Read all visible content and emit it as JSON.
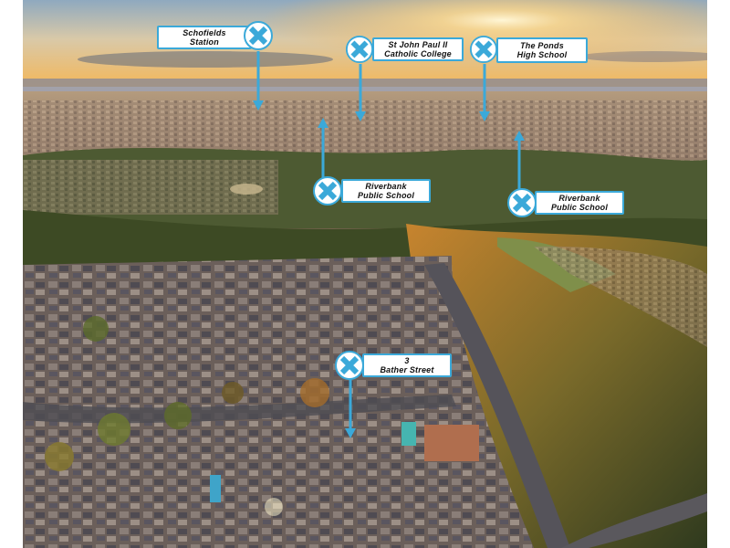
{
  "image": {
    "subject": "aerial-suburb-sunset",
    "colors": {
      "sky_top": "#9fb6c8",
      "sky_glow": "#f6c46a",
      "sun": "#fff3c9",
      "distant_haze": "#c9b59a",
      "suburb": "#8a6f5a",
      "forest": "#4a5a2a",
      "forest_lit": "#b07a2e",
      "roofs": "#5d5a60",
      "road": "#5c5a5e",
      "marker_blue": "#3ba9d9"
    }
  },
  "markers": [
    {
      "id": "schofields-station",
      "line1": "Schofields",
      "line2": "Station",
      "icon": "x-pin-icon"
    },
    {
      "id": "st-john-paul",
      "line1": "St John Paul II",
      "line2": "Catholic College",
      "icon": "x-pin-icon"
    },
    {
      "id": "the-ponds",
      "line1": "The Ponds",
      "line2": "High School",
      "icon": "x-pin-icon"
    },
    {
      "id": "riverbank-1",
      "line1": "Riverbank",
      "line2": "Public School",
      "icon": "x-pin-icon"
    },
    {
      "id": "riverbank-2",
      "line1": "Riverbank",
      "line2": "Public School",
      "icon": "x-pin-icon"
    },
    {
      "id": "bather-street",
      "line1": "3",
      "line2": "Bather Street",
      "icon": "x-pin-icon"
    }
  ]
}
